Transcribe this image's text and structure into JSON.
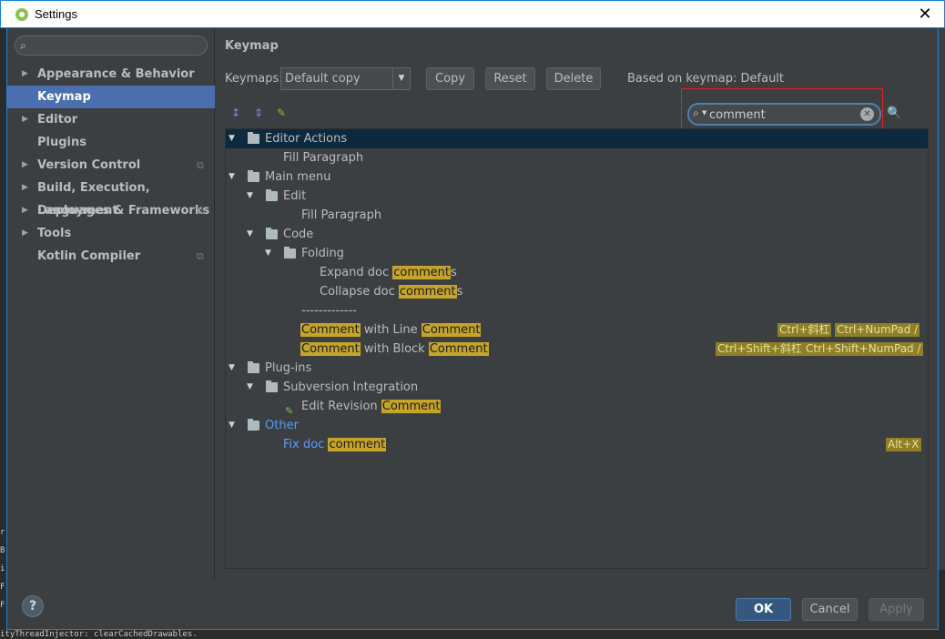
{
  "window": {
    "title": "Settings",
    "close_glyph": "✕"
  },
  "sidebar": {
    "search_placeholder": "",
    "items": [
      {
        "label": "Appearance & Behavior",
        "expandable": true,
        "project": false
      },
      {
        "label": "Keymap",
        "expandable": false,
        "project": false,
        "selected": true
      },
      {
        "label": "Editor",
        "expandable": true,
        "project": false
      },
      {
        "label": "Plugins",
        "expandable": false,
        "project": false
      },
      {
        "label": "Version Control",
        "expandable": true,
        "project": true
      },
      {
        "label": "Build, Execution, Deployment",
        "expandable": true,
        "project": false
      },
      {
        "label": "Languages & Frameworks",
        "expandable": true,
        "project": true
      },
      {
        "label": "Tools",
        "expandable": true,
        "project": false
      },
      {
        "label": "Kotlin Compiler",
        "expandable": false,
        "project": true
      }
    ]
  },
  "content": {
    "title": "Keymap",
    "keymaps_label": "Keymaps:",
    "keymap_selected": "Default copy",
    "copy_label": "Copy",
    "reset_label": "Reset",
    "delete_label": "Delete",
    "based_on": "Based on keymap: Default",
    "search_value": "comment"
  },
  "tree": {
    "editor_actions": "Editor Actions",
    "fill_paragraph_1": "Fill Paragraph",
    "main_menu": "Main menu",
    "edit": "Edit",
    "fill_paragraph_2": "Fill Paragraph",
    "code": "Code",
    "folding": "Folding",
    "expand_pre": "Expand doc ",
    "expand_hl": "comment",
    "expand_post": "s",
    "collapse_pre": "Collapse doc ",
    "collapse_hl": "comment",
    "collapse_post": "s",
    "separator": "-------------",
    "cwl_hl1": "Comment",
    "cwl_mid": " with Line ",
    "cwl_hl2": "Comment",
    "cwl_sc1": "Ctrl+斜杠",
    "cwl_sc2": "Ctrl+NumPad /",
    "cwb_hl1": "Comment",
    "cwb_mid": " with Block ",
    "cwb_hl2": "Comment",
    "cwb_sc1": "Ctrl+Shift+斜杠",
    "cwb_sc2": "Ctrl+Shift+NumPad /",
    "plugins": "Plug-ins",
    "svn": "Subversion Integration",
    "edit_rev_pre": "Edit Revision ",
    "edit_rev_hl": "Comment",
    "other": "Other",
    "fix_pre": "Fix doc ",
    "fix_hl": "comment",
    "fix_sc": "Alt+X"
  },
  "footer": {
    "help_glyph": "?",
    "ok_label": "OK",
    "cancel_label": "Cancel",
    "apply_label": "Apply"
  },
  "background": {
    "strip_lines": [
      "r.",
      "B",
      "i",
      "F",
      "F"
    ],
    "bottom_line": "ityThreadInjector: clearCachedDrawables."
  },
  "colors": {
    "accent": "#4b6eaf",
    "highlight": "#c5a42a",
    "shortcut_bg": "#8f7f26",
    "link_blue": "#589df6",
    "search_border_red": "#e52222"
  }
}
